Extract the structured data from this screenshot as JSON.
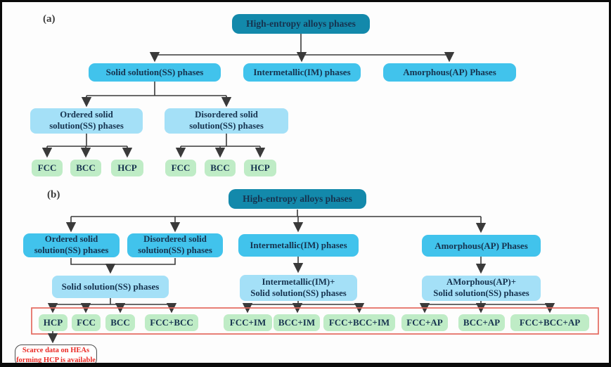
{
  "colors": {
    "root_bg": "#1389ab",
    "node_bg": "#41c3ec",
    "subnode_bg": "#a4e0f7",
    "leaf_bg": "#bfecc6",
    "text": "#16334f",
    "line": "#3a3a3a",
    "red_frame": "#e4695e",
    "note_text": "#ea2a25",
    "note_border": "#4d4d4d"
  },
  "figure": {
    "label_a": "(a)",
    "label_b": "(b)"
  },
  "section_a": {
    "root": "High-entropy alloys phases",
    "level2": [
      "Solid solution(SS) phases",
      "Intermetallic(IM) phases",
      "Amorphous(AP) Phases"
    ],
    "level3": [
      {
        "line1": "Ordered solid",
        "line2": "solution(SS) phases"
      },
      {
        "line1": "Disordered solid",
        "line2": "solution(SS) phases"
      }
    ],
    "leaves": [
      "FCC",
      "BCC",
      "HCP",
      "FCC",
      "BCC",
      "HCP"
    ]
  },
  "section_b": {
    "root": "High-entropy alloys phases",
    "level2": [
      {
        "line1": "Ordered solid",
        "line2": "solution(SS) phases"
      },
      {
        "line1": "Disordered solid",
        "line2": "solution(SS) phases"
      },
      {
        "line1": "Intermetallic(IM) phases",
        "line2": ""
      },
      {
        "line1": "Amorphous(AP) Phases",
        "line2": ""
      }
    ],
    "level3": [
      {
        "line1": "Solid solution(SS) phases",
        "line2": ""
      },
      {
        "line1": "Intermetallic(IM)+",
        "line2": "Solid solution(SS) phases"
      },
      {
        "line1": "AMorphous(AP)+",
        "line2": "Solid solution(SS) phases"
      }
    ],
    "leaves": [
      "HCP",
      "FCC",
      "BCC",
      "FCC+BCC",
      "FCC+IM",
      "BCC+IM",
      "FCC+BCC+IM",
      "FCC+AP",
      "BCC+AP",
      "FCC+BCC+AP"
    ],
    "note": {
      "line1": "Scarce data on HEAs",
      "line2": "forming HCP is available"
    }
  }
}
